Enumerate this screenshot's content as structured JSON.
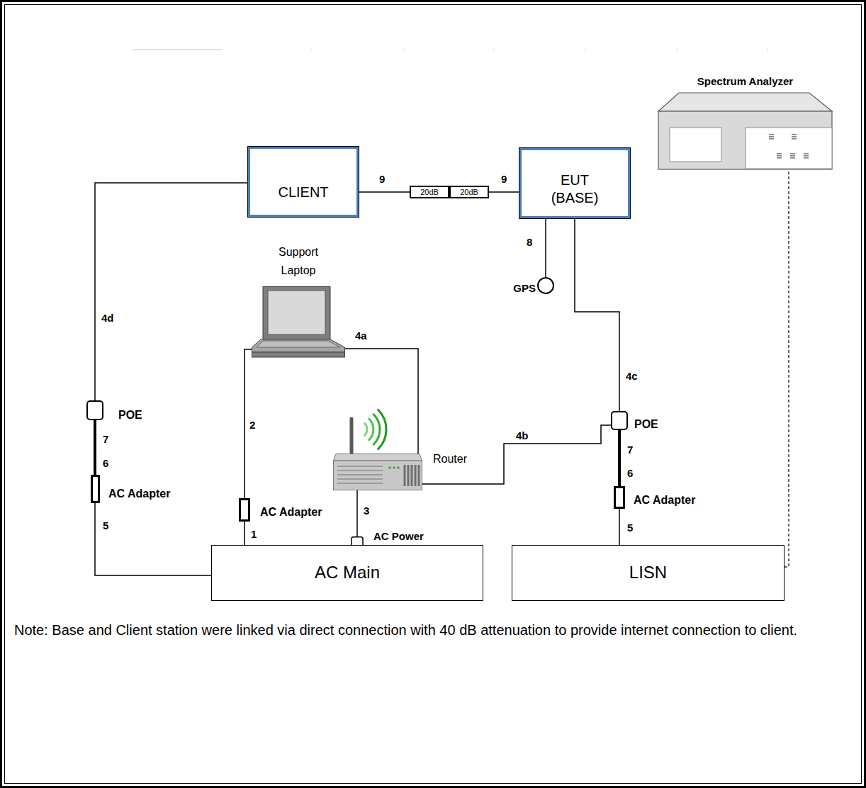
{
  "diagram": {
    "caption": "Note: Base and Client station were linked via direct connection with 40 dB attenuation to provide internet connection to client.",
    "nodes": [
      {
        "text": [
          "CLIENT"
        ]
      },
      {
        "text": [
          "20dB"
        ]
      },
      {
        "text": [
          "20dB"
        ]
      },
      {
        "text": [
          "EUT (BASE)"
        ]
      },
      {
        "text": [
          "Spectrum Analyzer"
        ]
      },
      {
        "text": [
          "Support Laptop"
        ]
      },
      {
        "text": [
          "GPS"
        ]
      },
      {
        "text": [
          "POE"
        ]
      },
      {
        "text": [
          "Router"
        ]
      },
      {
        "text": [
          "POE"
        ]
      },
      {
        "text": [
          "AC Adapter"
        ]
      },
      {
        "text": [
          "AC Adapter"
        ]
      },
      {
        "text": [
          "AC Adapter"
        ]
      },
      {
        "text": [
          "AC Power"
        ]
      },
      {
        "text": [
          "AC Main"
        ]
      },
      {
        "text": [
          "LISN"
        ]
      }
    ],
    "edges": [
      {
        "from": 0,
        "to": 1,
        "label": "9",
        "arrow": "none"
      },
      {
        "from": 2,
        "to": 3,
        "label": "9",
        "arrow": "none"
      },
      {
        "from": 3,
        "to": 6,
        "label": "8",
        "arrow": "none"
      },
      {
        "from": 3,
        "to": 9,
        "label": "4c",
        "arrow": "none"
      },
      {
        "from": 9,
        "to": 12,
        "label": "7",
        "arrow": "none"
      },
      {
        "from": 12,
        "to": 15,
        "label": "5",
        "arrow": "none"
      },
      {
        "from": 8,
        "to": 9,
        "label": "4b",
        "arrow": "none"
      },
      {
        "from": 5,
        "to": 8,
        "label": "4a",
        "arrow": "none"
      },
      {
        "from": 8,
        "to": 13,
        "label": "3",
        "arrow": "none"
      },
      {
        "from": 5,
        "to": 11,
        "label": "2",
        "arrow": "none"
      },
      {
        "from": 11,
        "to": 14,
        "label": "1",
        "arrow": "none"
      },
      {
        "from": 0,
        "to": 7,
        "label": "4d",
        "arrow": "none"
      },
      {
        "from": 7,
        "to": 10,
        "label": "7",
        "arrow": "none"
      },
      {
        "from": 10,
        "to": 14,
        "label": "5",
        "arrow": "none"
      },
      {
        "from": 15,
        "to": 4,
        "arrow": "none"
      }
    ],
    "labels": [
      "6",
      "6"
    ]
  }
}
